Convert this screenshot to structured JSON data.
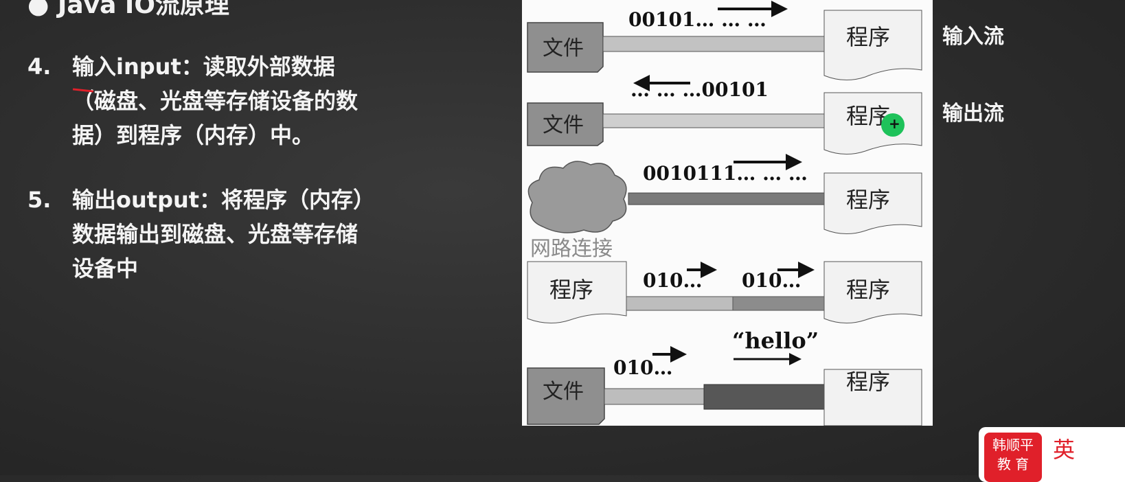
{
  "slide": {
    "title": "● Java IO流原理",
    "items": [
      {
        "number": "4.",
        "lines": [
          "输入input：读取外部数据",
          "（磁盘、光盘等存储设备的数",
          "据）到程序（内存）中。"
        ]
      },
      {
        "number": "5.",
        "lines": [
          "输出output：将程序（内存）",
          "数据输出到磁盘、光盘等存储",
          "设备中"
        ]
      }
    ]
  },
  "diagram": {
    "file_label": "文件",
    "program_label": "程序",
    "network_label": "网路连接",
    "row1_data": "00101… … …",
    "row2_data": "… … …00101",
    "row3_data": "0010111… … …",
    "row4_data_left": "010…",
    "row4_data_right": "010…",
    "row5_data_left": "010…",
    "row5_data_right": "“hello”",
    "side_labels": {
      "input": "输入流",
      "output": "输出流"
    }
  },
  "logo": {
    "brand_line1": "韩顺平",
    "brand_line2": "教 育",
    "extra": "英"
  },
  "colors": {
    "accent_red": "#e0202a",
    "cursor_green": "#1ec25a"
  }
}
